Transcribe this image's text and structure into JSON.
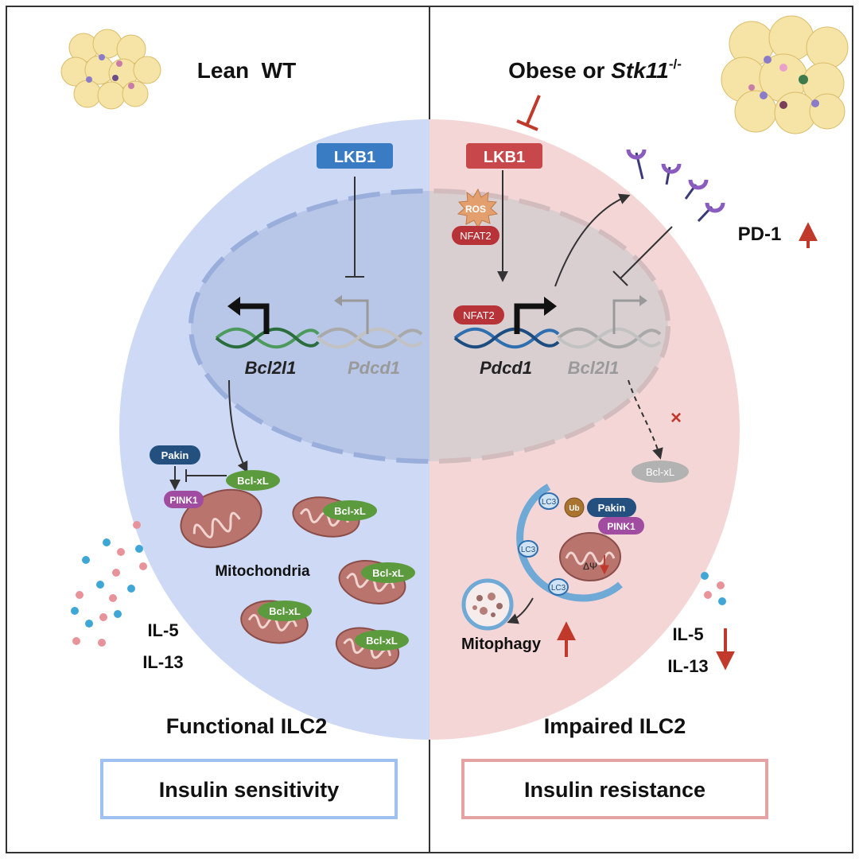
{
  "left_panel": {
    "condition_label": "Lean  WT",
    "lkb1_label": "LKB1",
    "active_gene": "Bcl2l1",
    "inactive_gene": "Pdcd1",
    "pakin_label": "Pakin",
    "pink1_label": "PINK1",
    "bclxl_label": "Bcl-xL",
    "mito_label": "Mitochondria",
    "cytokine_1": "IL-5",
    "cytokine_2": "IL-13",
    "outcome": "Functional ILC2",
    "phenotype": "Insulin sensitivity"
  },
  "right_panel": {
    "condition_prefix": "Obese or ",
    "condition_gene": "Stk11",
    "condition_sup": "-/-",
    "lkb1_label": "LKB1",
    "ros_label": "ROS",
    "nfat2_label": "NFAT2",
    "active_gene": "Pdcd1",
    "inactive_gene": "Bcl2l1",
    "pd1_label": "PD-1",
    "bclxl_label": "Bcl-xL",
    "block_mark": "×",
    "lc3_label": "LC3",
    "ub_label": "Ub",
    "pakin_label": "Pakin",
    "pink1_label": "PINK1",
    "dpsi_label": "ΔΨ",
    "mitophagy_label": "Mitophagy",
    "cytokine_1": "IL-5",
    "cytokine_2": "IL-13",
    "outcome": "Impaired ILC2",
    "phenotype": "Insulin resistance"
  },
  "colors": {
    "left_bg": "#cdd9f5",
    "right_bg": "#f5d6d6",
    "lkb1_blue": "#3a7cc3",
    "lkb1_red": "#c8474b",
    "bclxl_green": "#5b9b3e",
    "pink1_purple": "#a04ca0",
    "pakin_navy": "#24507f",
    "nfat2_red": "#b83337",
    "mito_brown": "#b9746e",
    "dna_green": "#4c9a5c",
    "dna_blue": "#2f6fb0",
    "up_red": "#c0392b"
  }
}
